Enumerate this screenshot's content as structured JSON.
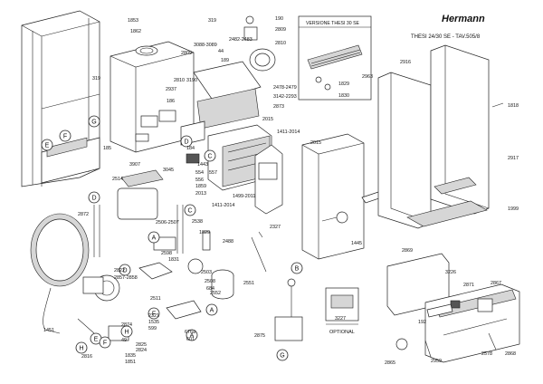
{
  "header": {
    "brand": "Hermann",
    "model_code": "THESI 24/30 SE - TAV.505/8",
    "variant_box_title": "VERSIONE THESI 30 SE"
  },
  "optional_label": "OPTIONAL",
  "section_letters": [
    "A",
    "B",
    "C",
    "D",
    "E",
    "F",
    "G",
    "H"
  ],
  "part_labels": {
    "p1853": "1853",
    "p1862": "1862",
    "p319a": "319",
    "p319b": "319",
    "p190": "190",
    "p2809a": "2809",
    "p2810a": "2810",
    "p3088": "3088-3089",
    "p2482": "2482-2483",
    "p2809b": "2809",
    "p44": "44",
    "p2810b": "2810",
    "p3190": "3190",
    "p189": "189",
    "p2937": "2937",
    "p186a": "186",
    "p2478": "2478-2479",
    "p3142": "3142-2293",
    "p2873": "2873",
    "p2015a": "2015",
    "p1411a": "1411-2014",
    "p2015b": "2015",
    "p185": "185",
    "p184": "184",
    "p3907": "3907",
    "p3045": "3045",
    "p1443": "1443",
    "p554": "554",
    "p556": "556",
    "p557": "557",
    "p1859": "1859",
    "p2013": "2013",
    "p1499": "1499-2011",
    "p1411b": "1411-2014",
    "p2514": "2514",
    "p2506": "2506-2507",
    "p2872": "2872",
    "p2538": "2538",
    "p1829a": "1829",
    "p2327": "2327",
    "p2488": "2488",
    "p1445": "1445",
    "p2598": "2598",
    "p1831": "1831",
    "p2503": "2503",
    "p2551": "2551",
    "p2822": "2822",
    "p2857": "2857-2858",
    "p2508": "2508",
    "p684": "684",
    "p2552": "2552",
    "p2511": "2511",
    "p2321": "2321",
    "p1535": "1535",
    "p599": "599",
    "p1451": "1451",
    "p2874": "2874",
    "p49": "49",
    "p2825": "2825",
    "p2824": "2824",
    "p2816": "2816",
    "p1835": "1835",
    "p1851": "1851",
    "p676a": "676a",
    "p601": "601",
    "p2875": "2875",
    "p2963": "2963",
    "p1829b": "1829",
    "p1830": "1830",
    "p2916": "2916",
    "p1818": "1818",
    "p2917": "2917",
    "p1999": "1999",
    "p2869": "2869",
    "p3226": "3226",
    "p2871": "2871",
    "p2867": "2867",
    "p192": "192",
    "p3227": "3227",
    "p2578": "2578",
    "p2868": "2868",
    "p2865": "2865",
    "p2959": "2959"
  },
  "colors": {
    "line": "#222222",
    "shade": "#d6d6d6",
    "background": "#ffffff"
  }
}
